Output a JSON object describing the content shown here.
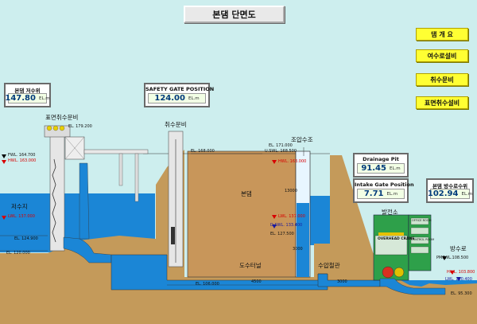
{
  "title": "본댐 단면도",
  "menu": [
    {
      "label": "댐 개 요"
    },
    {
      "label": "여수로설비"
    },
    {
      "label": "취수문비"
    },
    {
      "label": "표면취수설비"
    }
  ],
  "panels": {
    "reservoir": {
      "title": "본댐 저수위",
      "value": "147.80",
      "unit": "EL.m"
    },
    "safety_gate": {
      "title": "SAFETY GATE POSITION",
      "value": "124.00",
      "unit": "EL.m"
    },
    "drainage": {
      "title": "Drainage Pit",
      "value": "91.45",
      "unit": "EL.m"
    },
    "intake_gate": {
      "title": "Intake Gate Position",
      "value": "7.71",
      "unit": "EL.m"
    },
    "tailwater": {
      "title": "본댐 방수로수위",
      "value": "102.94",
      "unit": "EL.m"
    }
  },
  "areas": {
    "surface_intake": "표면취수문비",
    "intake_gate": "취수문비",
    "surge_tank": "조압수조",
    "reservoir": "저수지",
    "dam": "본댐",
    "tunnel": "도수터널",
    "penstock": "수압철관",
    "powerhouse": "발전소",
    "tailrace": "방수로",
    "overhead_crane": "OVERHEAD CRANE",
    "office_room": "OFFICE ROOM",
    "control_room": "CONTROL ROOM"
  },
  "levels": {
    "el_179": "EL. 179.200",
    "fwl": "FWL. 164.700",
    "hwl_res": "HWL. 163.000",
    "lwl_res": "LWL. 137.000",
    "el_124": "EL. 124.900",
    "el_120": "EL. 120.000",
    "el_168": "EL. 168.000",
    "el_171": "EL. 171.000",
    "uswl": "U.SWL. 168.500",
    "hwl_surge": "HWL. 163.000",
    "lwl_surge": "LWL. 137.000",
    "dswl": "D.SWL. 133.400",
    "el_127": "EL. 127.500",
    "el_106": "EL. 106.000",
    "dia_13000": "13000",
    "dia_3000": "3000",
    "dia_4500": "4500",
    "dia_3000b": "3000",
    "pmfwl": "PMFWL.108.500",
    "hwl_tail": "HWL. 103.800",
    "lwl_tail": "LWL. 100.400",
    "el_95": "EL. 95.300"
  }
}
